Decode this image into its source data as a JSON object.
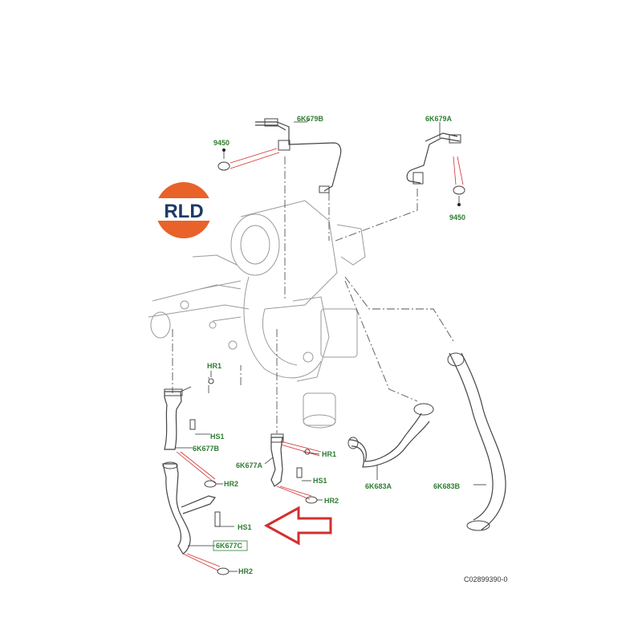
{
  "logo": {
    "text": "RLD"
  },
  "colors": {
    "label_green": "#2e7d32",
    "arrow_red": "#d32f2f",
    "logo_orange": "#e8622a",
    "logo_navy": "#1e3a66"
  },
  "labels": {
    "p6K679B": "6K679B",
    "p6K679A": "6K679A",
    "p9450_left": "9450",
    "p9450_right": "9450",
    "hr1_top": "HR1",
    "hs1_a": "HS1",
    "p6K677B": "6K677B",
    "hr2_a": "HR2",
    "hs1_b": "HS1",
    "p6K677C": "6K677C",
    "hr2_b": "HR2",
    "p6K677A": "6K677A",
    "hr1_mid": "HR1",
    "hs1_c": "HS1",
    "hr2_c": "HR2",
    "p6K683A": "6K683A",
    "p6K683B": "6K683B"
  },
  "reference_code": "C02899390-0"
}
